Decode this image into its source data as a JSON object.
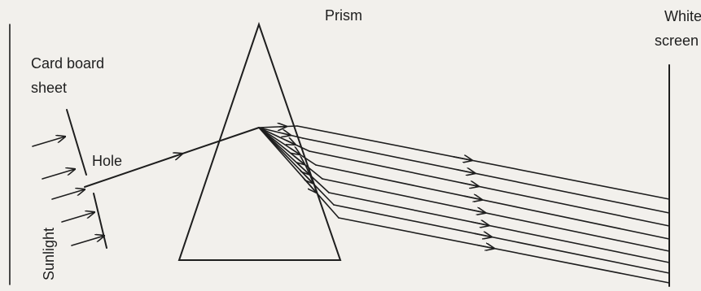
{
  "labels": {
    "prism": "Prism",
    "white": "White",
    "screen": "screen",
    "card_board": "Card board",
    "sheet": "sheet",
    "hole": "Hole",
    "sunlight": "Sunlight"
  },
  "colors": {
    "background": "#f2f0ec",
    "ink": "#1e1e1e"
  }
}
